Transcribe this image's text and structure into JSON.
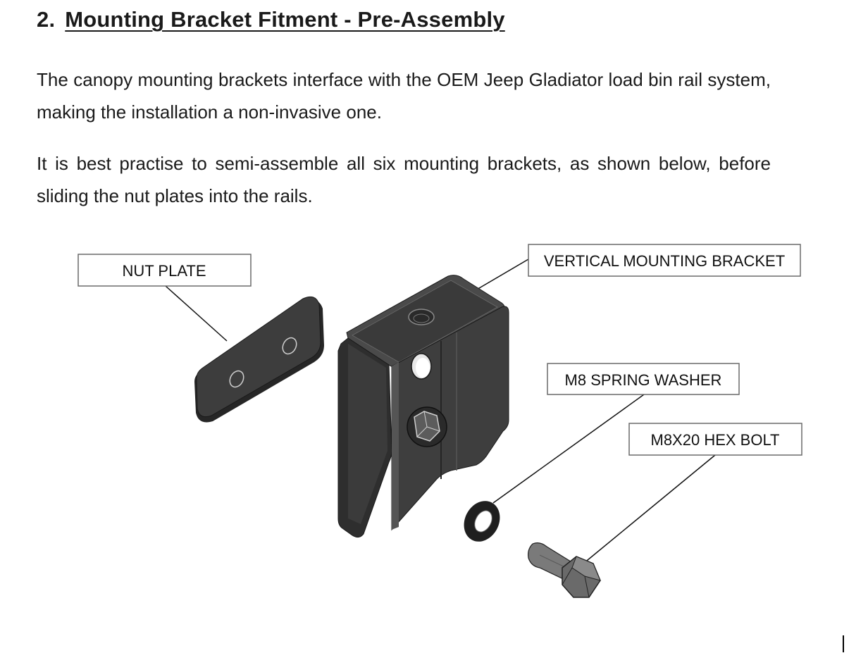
{
  "section": {
    "number": "2.",
    "title": "Mounting Bracket Fitment - Pre-Assembly"
  },
  "paragraphs": [
    "The canopy mounting brackets interface with the OEM Jeep Gladiator load bin rail system, making the installation a non-invasive one.",
    "It is best practise to semi-assemble all six mounting brackets, as shown below, before sliding the nut plates into the rails."
  ],
  "diagram": {
    "callouts": {
      "nut_plate": "NUT PLATE",
      "vertical_bracket": "VERTICAL MOUNTING BRACKET",
      "spring_washer": "M8 SPRING WASHER",
      "hex_bolt": "M8X20 HEX BOLT"
    },
    "colors": {
      "part_fill": "#3c3c3c",
      "part_dark": "#262626",
      "part_light": "#555555",
      "bolt_fill": "#7a7a7a",
      "leader_line": "#111111"
    }
  }
}
